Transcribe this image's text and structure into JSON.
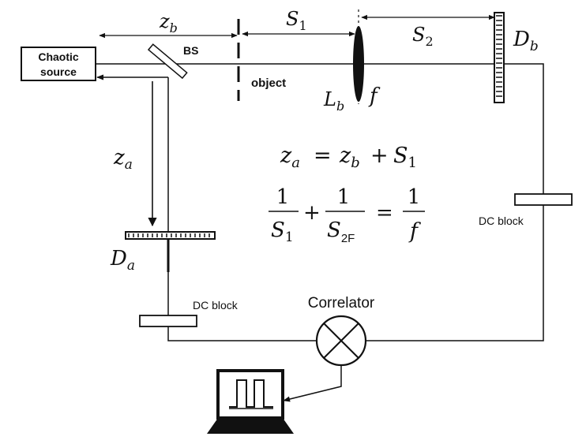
{
  "labels": {
    "source_line1": "Chaotic",
    "source_line2": "source",
    "bs": "BS",
    "object": "object",
    "zb_base": "z",
    "zb_sub": "b",
    "s1_base": "S",
    "s1_sub": "1",
    "s2_base": "S",
    "s2_sub": "2",
    "db_base": "D",
    "db_sub": "b",
    "lb_base": "L",
    "lb_sub": "b",
    "f": "f",
    "za_base": "z",
    "za_sub": "a",
    "da_base": "D",
    "da_sub": "a",
    "dc_block_a": "DC block",
    "dc_block_b": "DC block",
    "correlator": "Correlator"
  },
  "equations": {
    "eq1_lhs_base": "z",
    "eq1_lhs_sub": "a",
    "eq1_eq": "=",
    "eq1_r1_base": "z",
    "eq1_r1_sub": "b",
    "eq1_plus": "+",
    "eq1_r2_base": "S",
    "eq1_r2_sub": "1",
    "eq2_n1": "1",
    "eq2_d1_base": "S",
    "eq2_d1_sub": "1",
    "eq2_plus": "+",
    "eq2_n2": "1",
    "eq2_d2_base": "S",
    "eq2_d2_sub": "2F",
    "eq2_eq": "=",
    "eq2_n3": "1",
    "eq2_d3": "f"
  },
  "colors": {
    "ink": "#111111",
    "background": "#ffffff"
  },
  "icons": {
    "computer": "computer-monitor-icon",
    "correlator": "circle-cross-icon"
  }
}
